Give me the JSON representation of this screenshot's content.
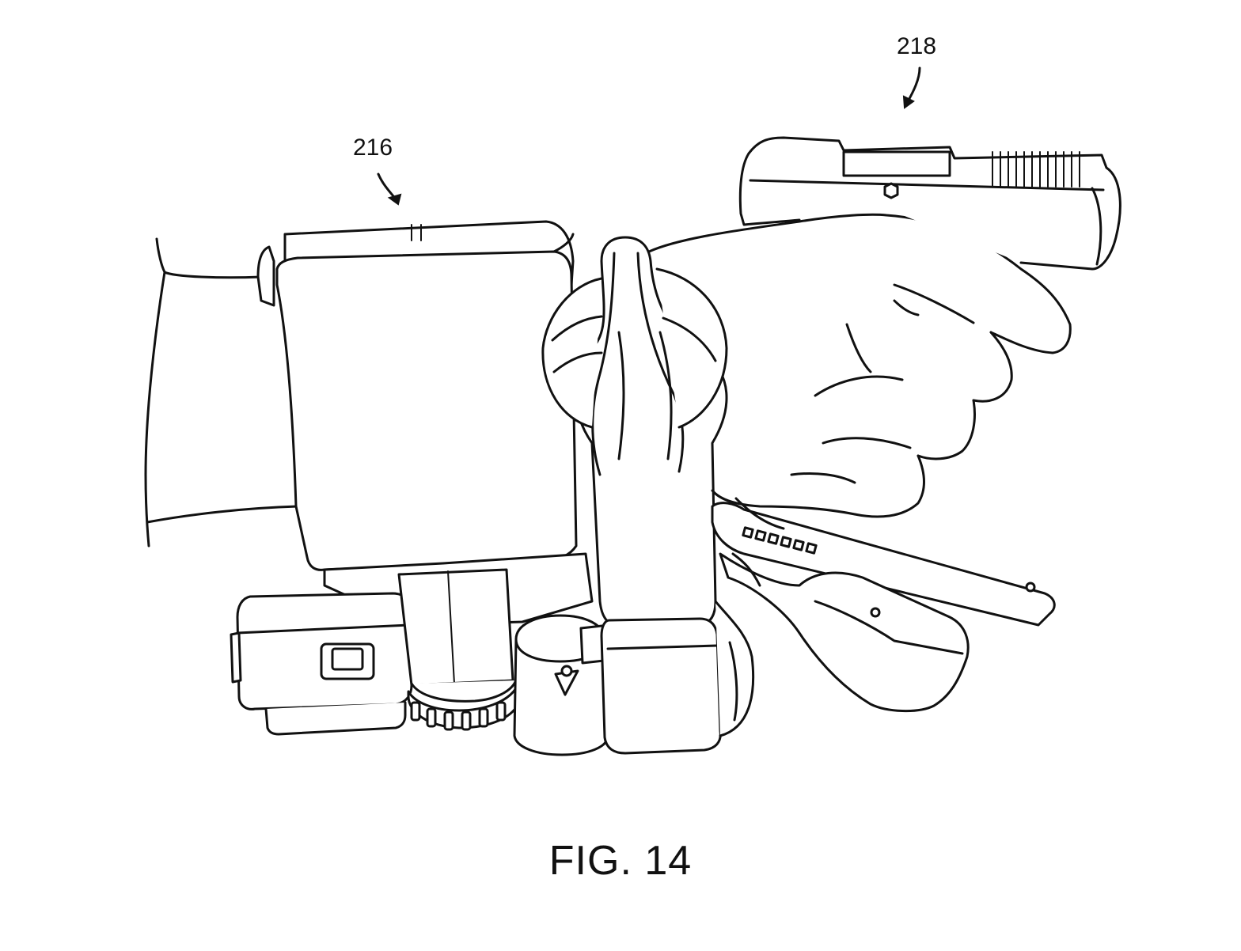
{
  "figure": {
    "caption": "FIG. 14",
    "reference_numerals": {
      "left_device": "216",
      "right_device": "218"
    }
  },
  "colors": {
    "line": "#111111",
    "background": "#ffffff"
  }
}
